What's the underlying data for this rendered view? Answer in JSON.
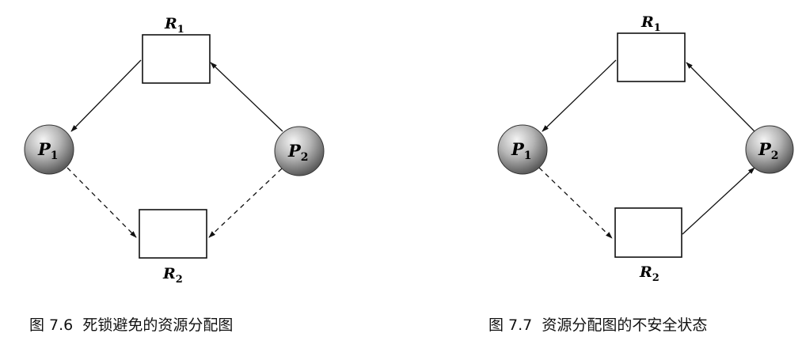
{
  "figure_left": {
    "caption": "图 7.6  死锁避免的资源分配图",
    "nodes": {
      "r1": {
        "base": "R",
        "sub": "1"
      },
      "r2": {
        "base": "R",
        "sub": "2"
      },
      "p1": {
        "base": "P",
        "sub": "1"
      },
      "p2": {
        "base": "P",
        "sub": "2"
      }
    },
    "edges": [
      {
        "from": "R1",
        "to": "P1",
        "style": "solid"
      },
      {
        "from": "P2",
        "to": "R1",
        "style": "solid"
      },
      {
        "from": "P1",
        "to": "R2",
        "style": "dashed"
      },
      {
        "from": "P2",
        "to": "R2",
        "style": "dashed"
      }
    ]
  },
  "figure_right": {
    "caption": "图 7.7  资源分配图的不安全状态",
    "nodes": {
      "r1": {
        "base": "R",
        "sub": "1"
      },
      "r2": {
        "base": "R",
        "sub": "2"
      },
      "p1": {
        "base": "P",
        "sub": "1"
      },
      "p2": {
        "base": "P",
        "sub": "2"
      }
    },
    "edges": [
      {
        "from": "R1",
        "to": "P1",
        "style": "solid"
      },
      {
        "from": "P2",
        "to": "R1",
        "style": "solid"
      },
      {
        "from": "P1",
        "to": "R2",
        "style": "dashed"
      },
      {
        "from": "R2",
        "to": "P2",
        "style": "solid"
      }
    ]
  },
  "colors": {
    "stroke": "#111111",
    "sphere_light": "#f4f4f4",
    "sphere_mid": "#b5b5b5",
    "sphere_dark": "#5c5c5c"
  }
}
